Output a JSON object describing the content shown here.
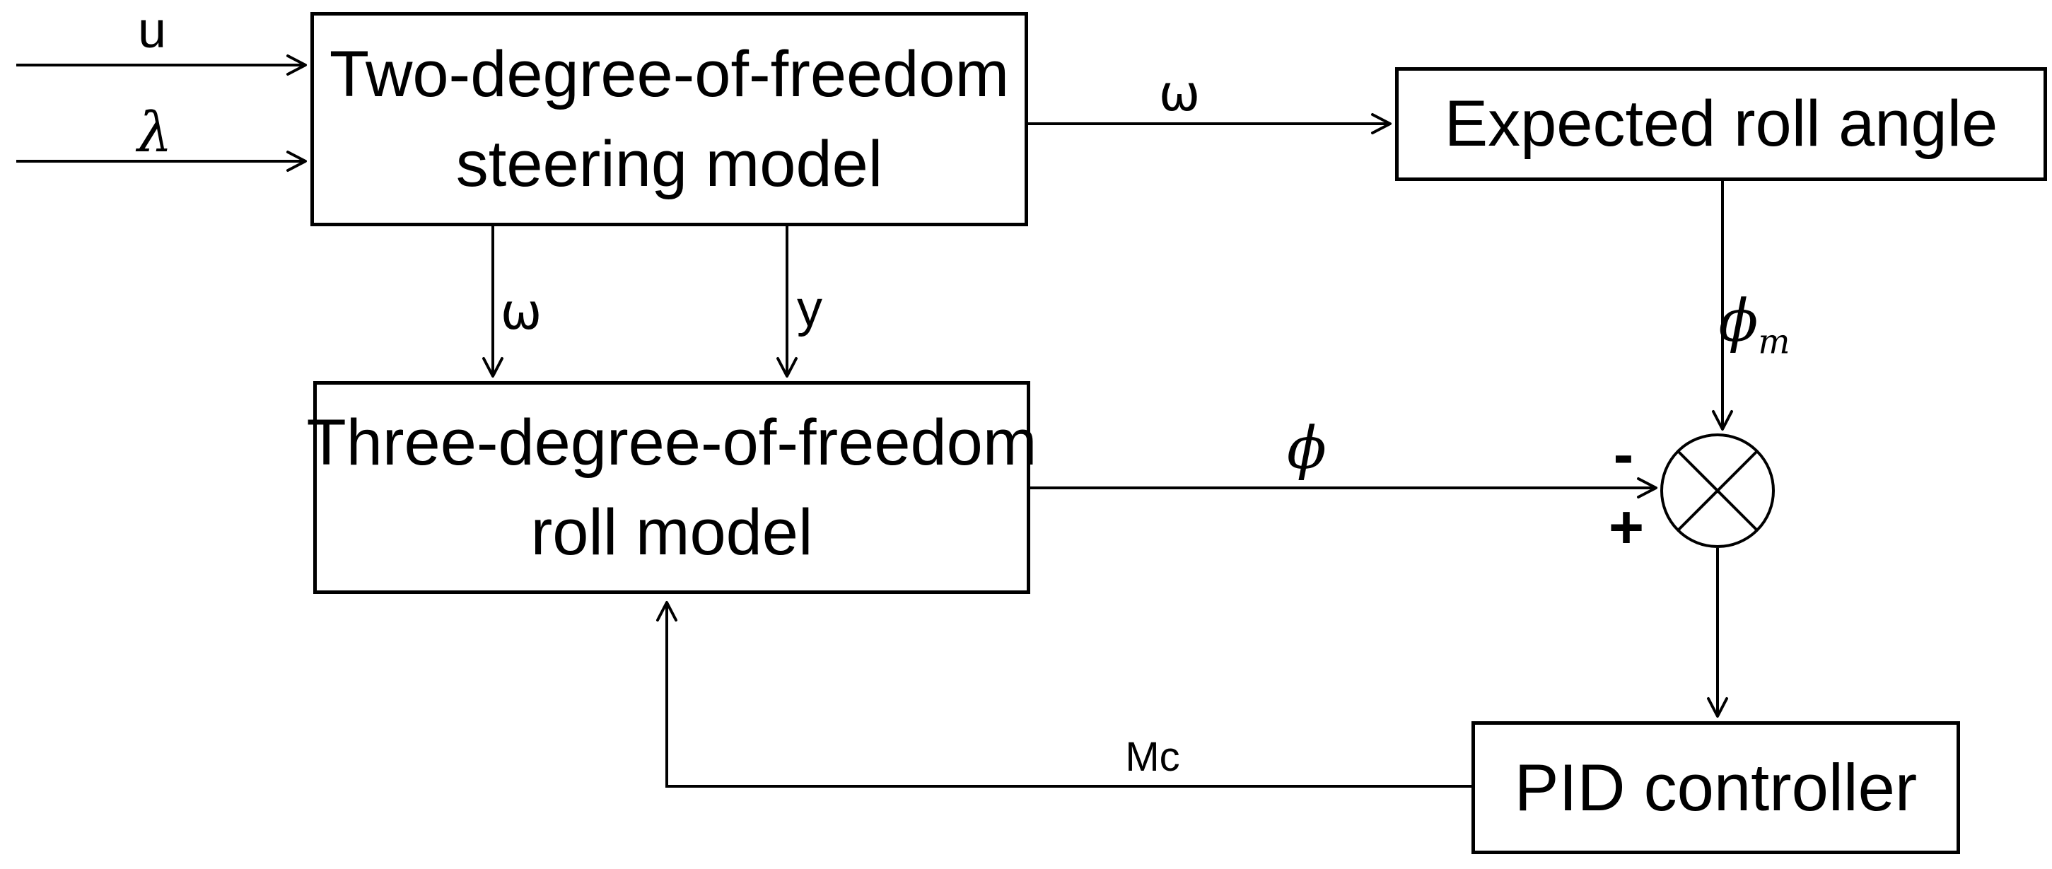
{
  "diagram": {
    "type": "control-system-block-diagram",
    "colors": {
      "background": "#ffffff",
      "line": "#000000",
      "text": "#000000"
    },
    "boxes": {
      "steering_model": {
        "line1": "Two-degree-of-freedom",
        "line2": "steering model"
      },
      "expected_roll_angle": {
        "label": "Expected roll angle"
      },
      "roll_model": {
        "line1": "Three-degree-of-freedom",
        "line2": "roll model"
      },
      "pid_controller": {
        "label": "PID controller"
      }
    },
    "signals": {
      "u": {
        "label": "u"
      },
      "lambda": {
        "label": "λ"
      },
      "omega_to_expected_roll": {
        "label": "ω"
      },
      "omega_to_roll_model": {
        "label": "ω"
      },
      "y": {
        "label": "y"
      },
      "phi": {
        "label": "ϕ"
      },
      "phi_m": {
        "main": "ϕ",
        "sub": "m"
      },
      "mc": {
        "label": "Mc"
      }
    },
    "summing_junction": {
      "shape": "circle-with-cross",
      "minus_sign": "-",
      "plus_sign": "+"
    }
  }
}
